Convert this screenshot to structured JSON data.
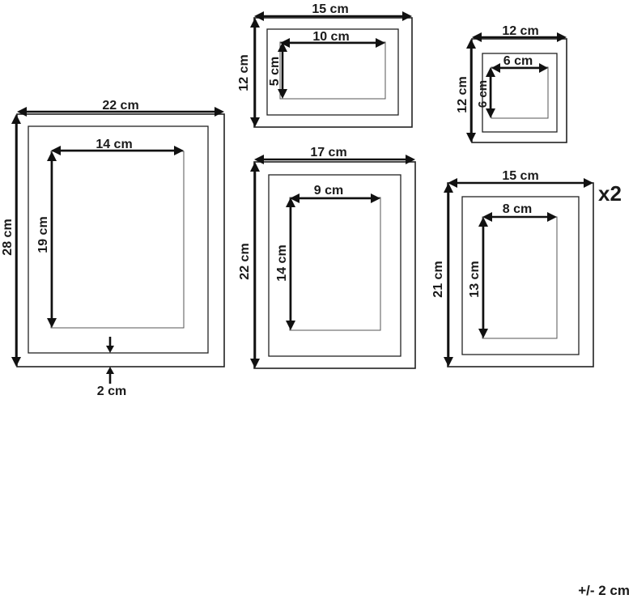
{
  "frames": [
    {
      "id": "frame-1",
      "outer": "22 cm",
      "height": "28 cm",
      "inner_width": "14 cm",
      "inner_height": "19 cm",
      "border": "2 cm"
    },
    {
      "id": "frame-2",
      "outer": "15 cm",
      "height": "12 cm",
      "inner_width": "10 cm",
      "inner_height": "5 cm"
    },
    {
      "id": "frame-3",
      "outer": "12 cm",
      "height": "12 cm",
      "inner_width": "6 cm",
      "inner_height": "6 cm"
    },
    {
      "id": "frame-4",
      "outer": "17 cm",
      "height": "22 cm",
      "inner_width": "9 cm",
      "inner_height": "14 cm"
    },
    {
      "id": "frame-5",
      "outer": "15 cm",
      "height": "21 cm",
      "inner_width": "8 cm",
      "inner_height": "13 cm",
      "quantity": "x2"
    }
  ],
  "tolerance": "+/- 2 cm"
}
